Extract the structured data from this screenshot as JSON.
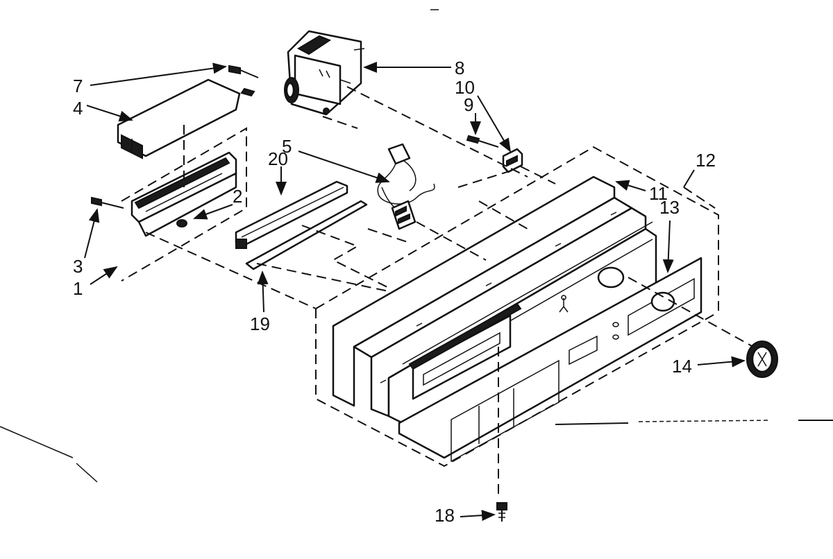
{
  "labels": {
    "l1": "1",
    "l2": "2",
    "l3": "3",
    "l4": "4",
    "l5": "5",
    "l7": "7",
    "l8": "8",
    "l9": "9",
    "l10": "10",
    "l11": "11",
    "l12": "12",
    "l13": "13",
    "l14": "14",
    "l18": "18",
    "l19": "19",
    "l20": "20"
  }
}
